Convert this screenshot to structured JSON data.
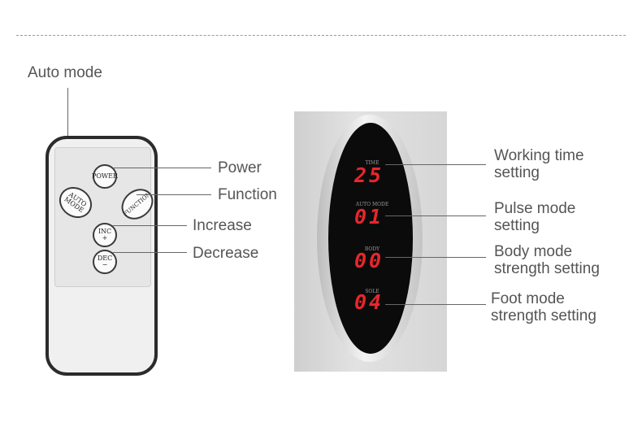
{
  "remote": {
    "buttons": {
      "power": "POWER",
      "auto_mode": [
        "AUTO",
        "MODE"
      ],
      "function": "FUNCTION",
      "inc": "INC",
      "inc_symbol": "+",
      "dec": "DEC",
      "dec_symbol": "−"
    },
    "callouts": {
      "auto_mode": "Auto mode",
      "power": "Power",
      "function": "Function",
      "increase": "Increase",
      "decrease": "Decrease"
    }
  },
  "display": {
    "readouts": [
      {
        "label": "TIME",
        "value": "25"
      },
      {
        "label": "AUTO MODE",
        "value": "01"
      },
      {
        "label": "BODY",
        "value": "00"
      },
      {
        "label": "SOLE",
        "value": "04"
      }
    ],
    "digit_color": "#e8262b",
    "callouts": {
      "time": [
        "Working time",
        "setting"
      ],
      "pulse": [
        "Pulse mode",
        "setting"
      ],
      "body": [
        "Body mode",
        "strength setting"
      ],
      "foot": [
        "Foot mode",
        "strength setting"
      ]
    }
  }
}
